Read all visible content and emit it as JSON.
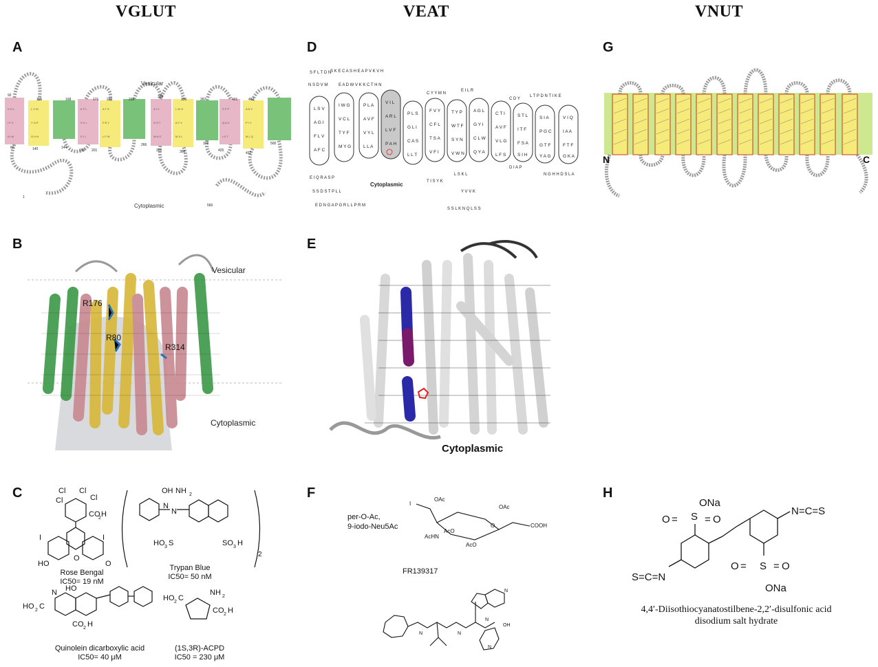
{
  "columns": [
    "VGLUT",
    "VEAT",
    "VNUT"
  ],
  "panels": {
    "A": {
      "label": "A",
      "top_text": "Vesicular",
      "bottom_text": "Cytoplasmic",
      "residue_numbers": [
        "92",
        "115",
        "168",
        "171",
        "230",
        "236",
        "329",
        "336",
        "397",
        "401",
        "462",
        "140",
        "144",
        "196",
        "201",
        "266",
        "301",
        "366",
        "376",
        "425",
        "432",
        "500",
        "62",
        "1",
        "560"
      ]
    },
    "B": {
      "label": "B",
      "top_text": "Vesicular",
      "bottom_text": "Cytoplasmic",
      "residues": [
        "R176",
        "R80",
        "R314"
      ]
    },
    "C": {
      "label": "C",
      "compounds": [
        {
          "name": "Rose Bengal",
          "ic50": "IC50= 19 nM"
        },
        {
          "name": "Trypan Blue",
          "ic50": "IC50= 50 nM"
        },
        {
          "name": "Quinolein dicarboxylic acid",
          "ic50": "IC50= 40 μM"
        },
        {
          "name": "(1S,3R)-ACPD",
          "ic50": "IC50 = 230 μM"
        }
      ]
    },
    "D": {
      "label": "D",
      "bottom_text": "Cytoplasmic"
    },
    "E": {
      "label": "E",
      "bottom_text": "Cytoplasmic"
    },
    "F": {
      "label": "F",
      "compounds": [
        {
          "name_line1": "per-O-Ac,",
          "name_line2": "9-iodo-Neu5Ac"
        },
        {
          "name_line1": "FR139317",
          "name_line2": ""
        }
      ]
    },
    "G": {
      "label": "G",
      "n_term": "N",
      "c_term": "C"
    },
    "H": {
      "label": "H",
      "name_line1": "4,4′-Diisothiocyanatostilbene-2,2′-disulfonic acid",
      "name_line2": "disodium salt hydrate",
      "groups": {
        "ona": "ONa",
        "ncs": "N=C=S",
        "scn": "S=C=N",
        "so": "S",
        "o": "O"
      }
    }
  },
  "colors": {
    "pink": "#e7b7c8",
    "yellow": "#f5ea7a",
    "green": "#78c27a",
    "bg_green": "#cde88e",
    "blue": "#2a2aa8",
    "purple": "#7a1a6a"
  }
}
